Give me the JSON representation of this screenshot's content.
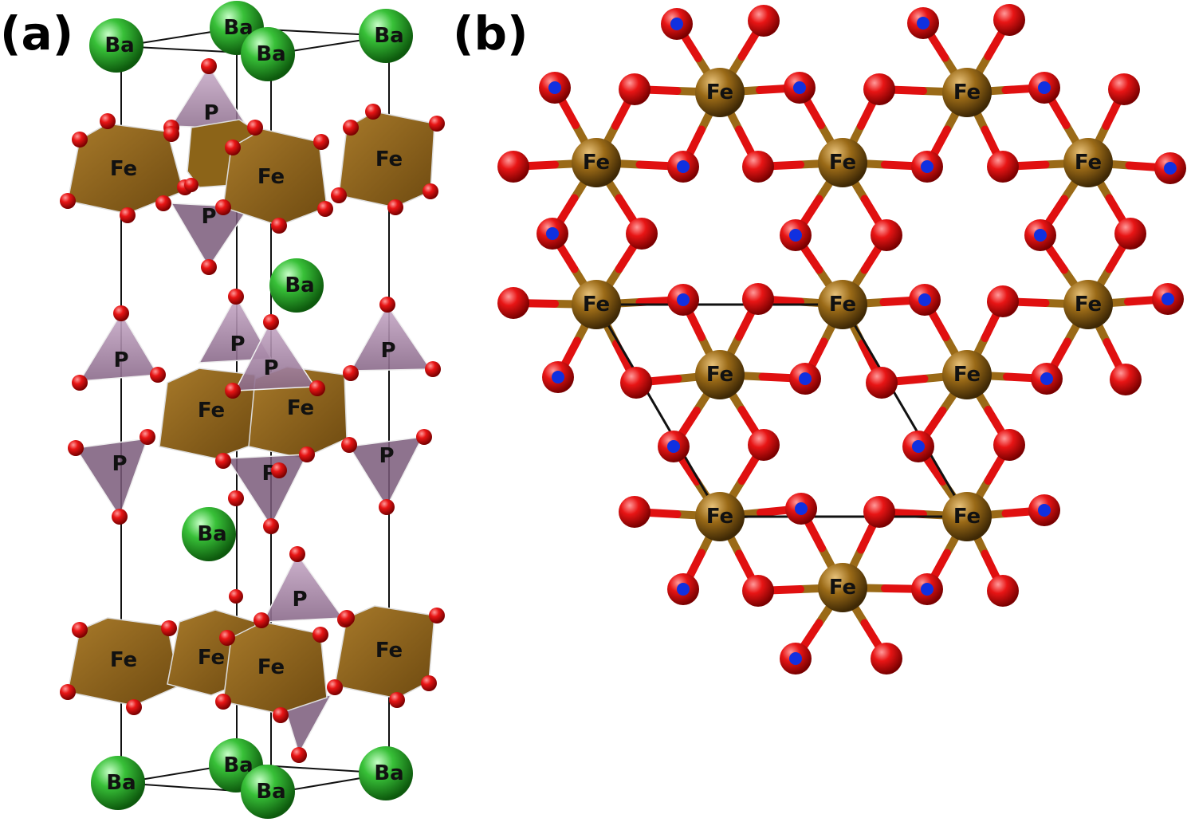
{
  "panels": {
    "a": {
      "label": "(a)"
    },
    "b": {
      "label": "(b)"
    }
  },
  "elements": {
    "barium": {
      "symbol": "Ba",
      "color": "#2fb52f"
    },
    "iron": {
      "symbol": "Fe",
      "color": "#9a6a17"
    },
    "phosphorus": {
      "symbol": "P",
      "color": "#b99ab9"
    },
    "oxygen": {
      "color": "#e01010"
    },
    "spin_marker": {
      "color": "#1030e0"
    }
  }
}
